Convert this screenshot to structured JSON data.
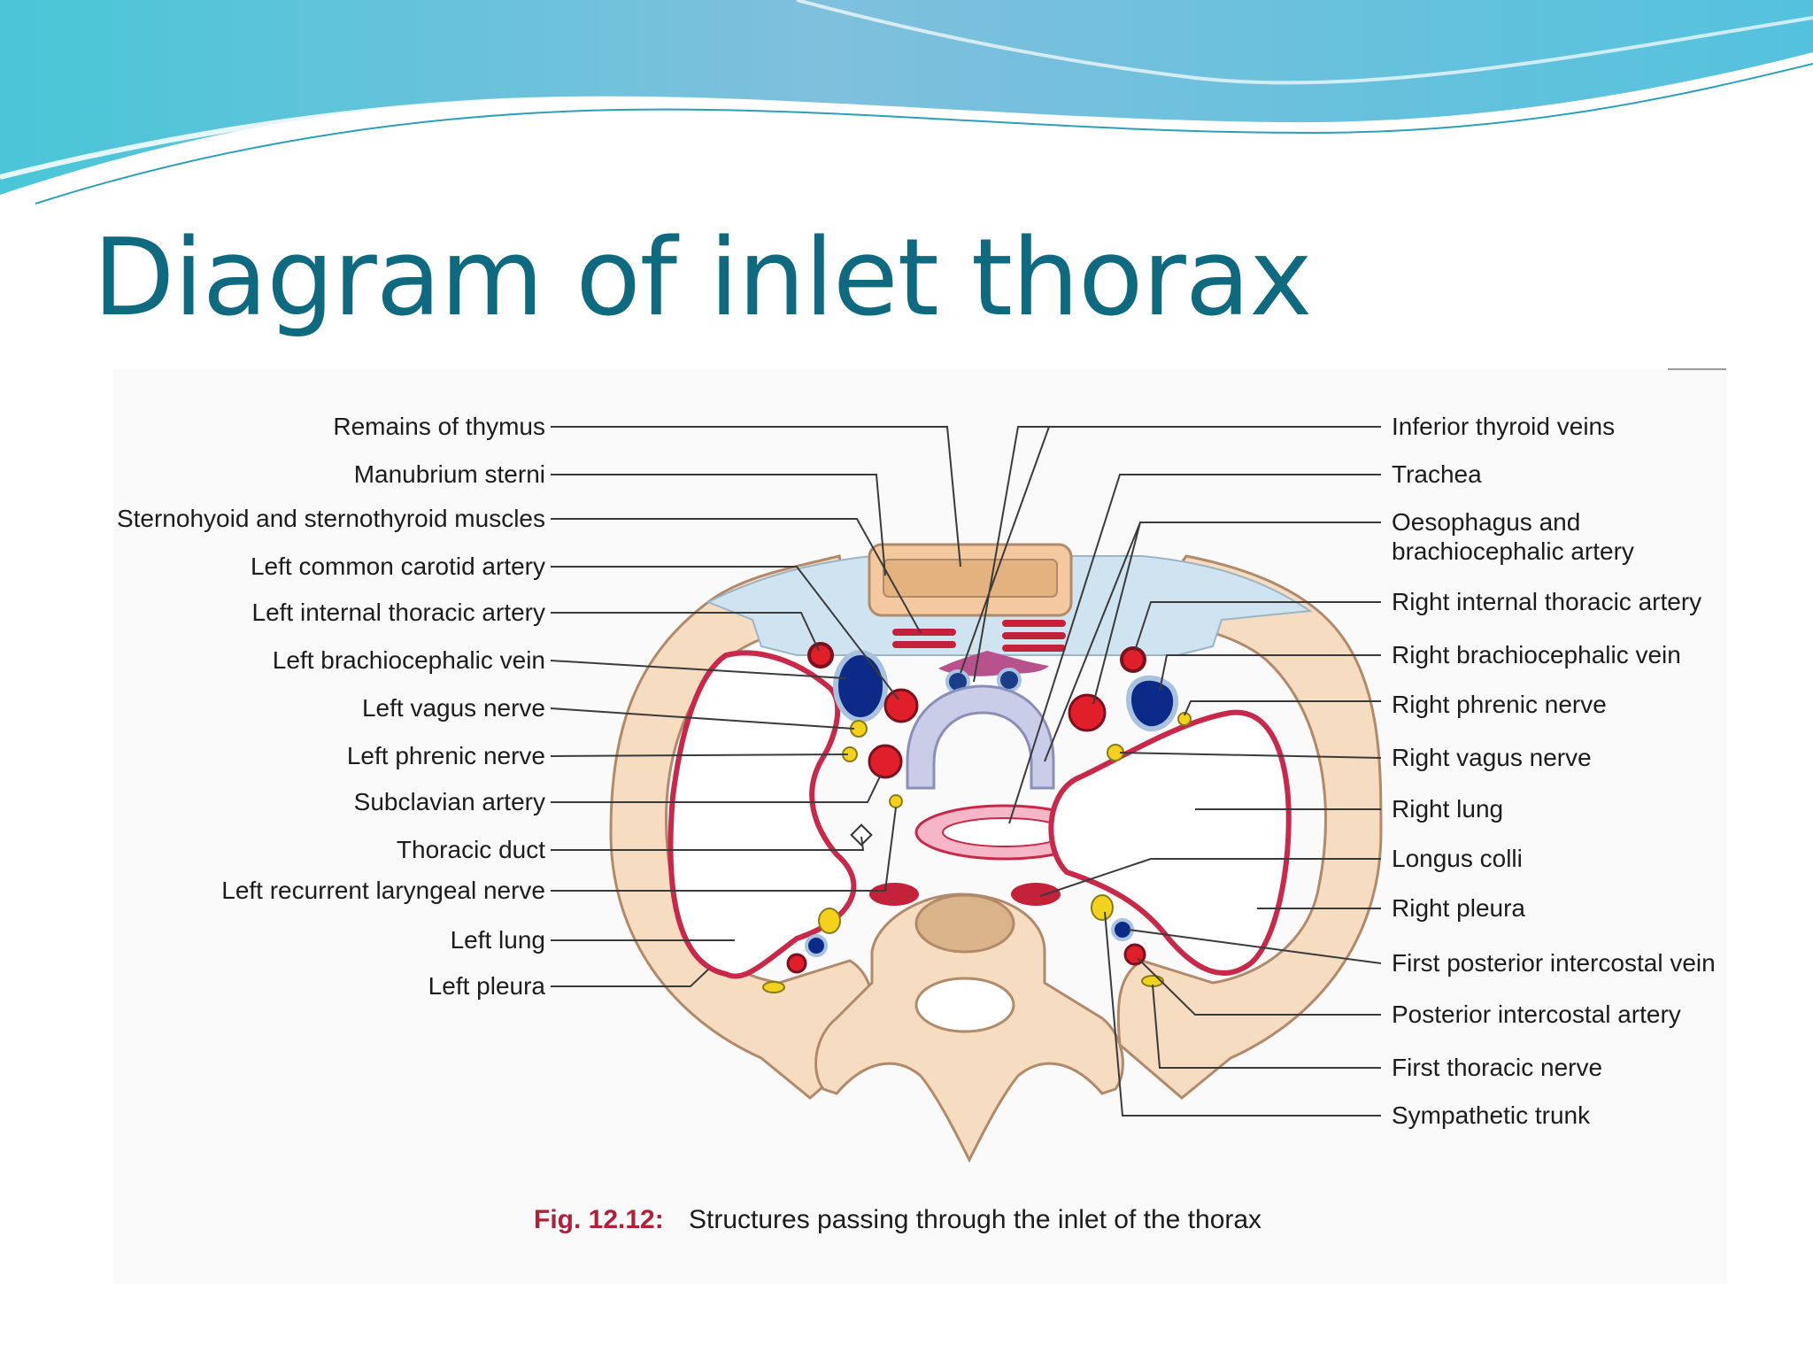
{
  "slide": {
    "title": "Diagram of inlet thorax"
  },
  "labels_left": [
    "Remains of thymus",
    "Manubrium sterni",
    "Sternohyoid and sternothyroid muscles",
    "Left common carotid artery",
    "Left internal thoracic artery",
    "Left brachiocephalic vein",
    "Left vagus nerve",
    "Left phrenic nerve",
    "Subclavian artery",
    "Thoracic duct",
    "Left recurrent laryngeal nerve",
    "Left lung",
    "Left pleura"
  ],
  "labels_right": [
    "Inferior thyroid veins",
    "Trachea",
    "Oesophagus and",
    "brachiocephalic artery",
    "Right internal thoracic artery",
    "Right brachiocephalic vein",
    "Right phrenic nerve",
    "Right vagus nerve",
    "Right lung",
    "Longus colli",
    "Right pleura",
    "First posterior intercostal vein",
    "Posterior intercostal artery",
    "First thoracic nerve",
    "Sympathetic trunk"
  ],
  "caption": {
    "figure": "Fig. 12.12:",
    "text": "Structures passing through the inlet of the thorax"
  },
  "colors": {
    "title": "#0f6a80",
    "bone": "#f6dcc0",
    "bone_outline": "#b08a6a",
    "manubrium": "#e3b27f",
    "thymus_area": "#cfe4f0",
    "artery": "#e01f2a",
    "vein": "#0c2a88",
    "nerve": "#f2d21c",
    "pleura": "#c8284a",
    "trachea": "#f5b6c7",
    "oesophagus": "#c9cde8"
  }
}
